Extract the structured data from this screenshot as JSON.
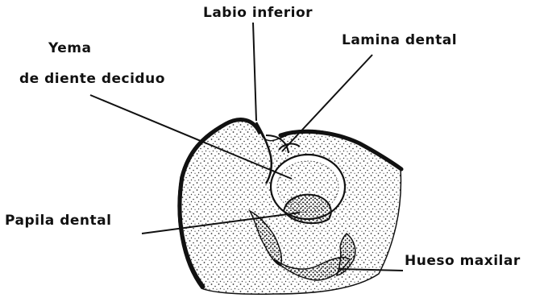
{
  "labels": {
    "labio_inferior": "Labio inferior",
    "lamina_dental": "Lamina dental",
    "yema_line1": "Yema",
    "yema_line2": "de diente deciduo",
    "papila_dental": "Papila dental",
    "hueso_maxilar": "Hueso maxilar"
  }
}
